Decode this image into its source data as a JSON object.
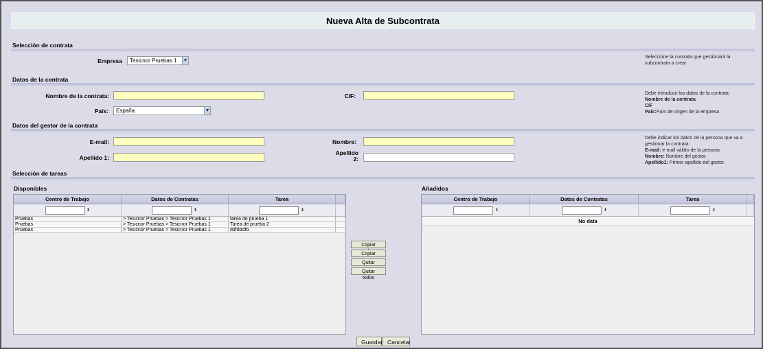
{
  "page": {
    "title": "Nueva Alta de Subcontrata"
  },
  "sections": {
    "contract_select": "Selección de contrata",
    "contract_data": "Datos de la contrata",
    "manager_data": "Datos del gestor de la contrata",
    "task_select": "Selección de tareas"
  },
  "contract_select": {
    "empresa_label": "Empresa",
    "empresa_value": "Tesicnor Pruebas 1",
    "help_line1": "Seleccione la contrata que gestionará la",
    "help_line2": "subcontrata a crear"
  },
  "contract_data": {
    "name_label": "Nombre de la contrata:",
    "name_value": "",
    "cif_label": "CIF:",
    "cif_value": "",
    "country_label": "País:",
    "country_value": "España",
    "help_line1": "Debe introducir los datos de la contrata:",
    "help_bold1": "Nombre de la contrata",
    "help_bold2": "CIF",
    "help_bold3": "País:",
    "help_rest3": "País de origen de la empresa"
  },
  "manager_data": {
    "email_label": "E-mail:",
    "email_value": "",
    "nombre_label": "Nombre:",
    "nombre_value": "",
    "apellido1_label": "Apellido 1:",
    "apellido1_value": "",
    "apellido2_label_a": "Apellido",
    "apellido2_label_b": "2:",
    "apellido2_value": "",
    "help_line1": "Debe indicar los datos de la persona que va a",
    "help_line2": "gestionar la contrata:",
    "help_bold3": "E-mail:",
    "help_rest3": " e-mail válido de la persona.",
    "help_bold4": "Nombre:",
    "help_rest4": " Nombre del gestor.",
    "help_bold5": "Apellido1:",
    "help_rest5": " Primer apellido del gestor."
  },
  "available": {
    "title": "Disponibles",
    "columns": [
      "Centro de Trabajo",
      "Datos de Contratas",
      "Tarea"
    ],
    "rows": [
      [
        "Pruebas",
        "> Tesicnor Pruebas > Tesicnor Pruebas 1",
        "tarea de prueba 1"
      ],
      [
        "Pruebas",
        "> Tesicnor Pruebas > Tesicnor Pruebas 1",
        "Tarea de prueba 2"
      ],
      [
        "Pruebas",
        "> Tesicnor Pruebas > Tesicnor Pruebas 1",
        "ddfdbdfb"
      ]
    ]
  },
  "added": {
    "title": "Añadidos",
    "columns": [
      "Centro de Trabajo",
      "Datos de Contratas",
      "Tarea"
    ],
    "empty_text": "No data"
  },
  "transfer_buttons": {
    "copy_all": "Copiar todos",
    "copy": "Copiar",
    "remove": "Quitar",
    "remove_all": "Quitar todos"
  },
  "footer": {
    "save": "Guardar",
    "cancel": "Cancelar"
  }
}
